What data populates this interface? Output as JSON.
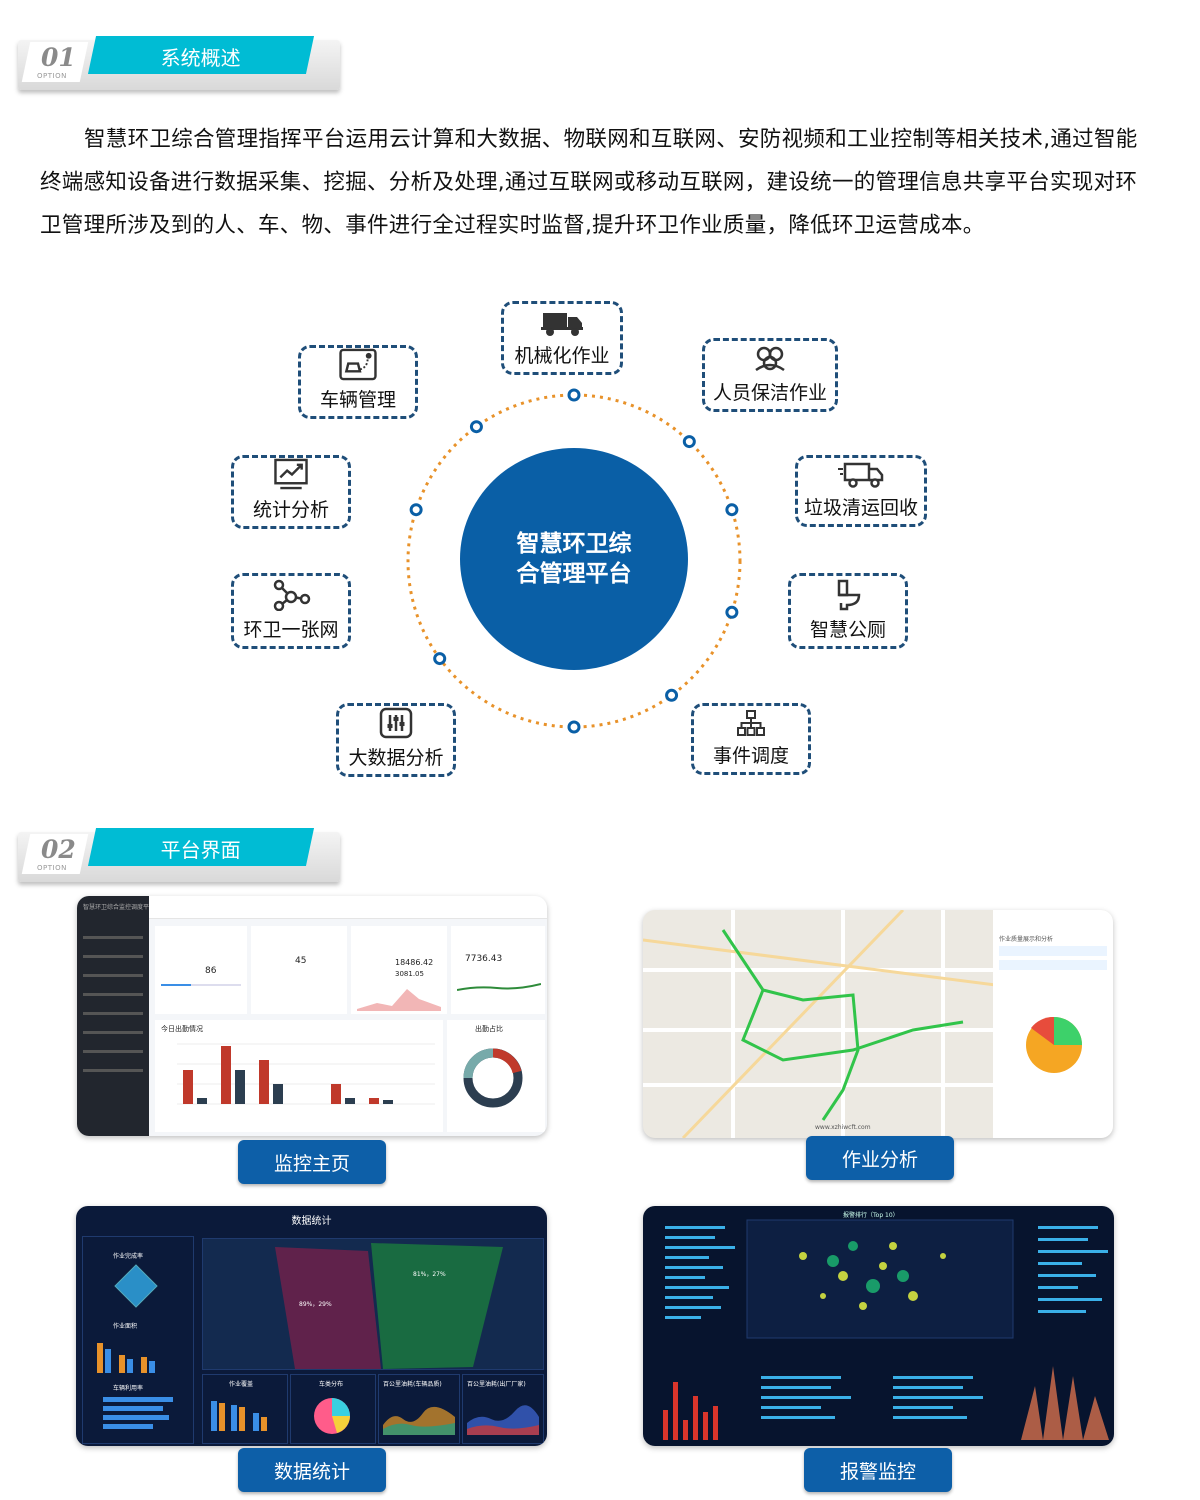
{
  "sections": [
    {
      "num": "01",
      "option": "OPTION",
      "title": "系统概述"
    },
    {
      "num": "02",
      "option": "OPTION",
      "title": "平台界面"
    }
  ],
  "intro": "智慧环卫综合管理指挥平台运用云计算和大数据、物联网和互联网、安防视频和工业控制等相关技术,通过智能终端感知设备进行数据采集、挖掘、分析及处理,通过互联网或移动互联网，建设统一的管理信息共享平台实现对环卫管理所涉及到的人、车、物、事件进行全过程实时监督,提升环卫作业质量，降低环卫运营成本。",
  "hub": {
    "line1": "智慧环卫综",
    "line2": "合管理平台"
  },
  "nodes": [
    {
      "label": "机械化作业",
      "icon": "dump-truck-icon"
    },
    {
      "label": "人员保洁作业",
      "icon": "people-icon"
    },
    {
      "label": "垃圾清运回收",
      "icon": "delivery-truck-icon"
    },
    {
      "label": "智慧公厕",
      "icon": "toilet-icon"
    },
    {
      "label": "事件调度",
      "icon": "org-chart-icon"
    },
    {
      "label": "大数据分析",
      "icon": "sliders-icon"
    },
    {
      "label": "环卫一张网",
      "icon": "network-icon"
    },
    {
      "label": "统计分析",
      "icon": "trend-chart-icon"
    },
    {
      "label": "车辆管理",
      "icon": "car-route-icon"
    }
  ],
  "screens": [
    {
      "caption": "监控主页",
      "title": "智慧环卫综合监控调度平台",
      "stats": [
        "86",
        "45",
        "18486.42",
        "3081.05",
        "7736.43"
      ],
      "chart_title": "今日出勤情况",
      "donut_title": "出勤占比"
    },
    {
      "caption": "作业分析",
      "panel_title": "作业质量展示和分析",
      "watermark": "www.xzhiwcft.com"
    },
    {
      "caption": "数据统计",
      "title": "数据统计",
      "sub": [
        "作业完成率",
        "作业面积",
        "车辆利用率",
        "作业覆盖",
        "车类分布",
        "百公里油耗(车辆品质)",
        "百公里油耗(出厂厂家)"
      ],
      "tag1": "89%，29%",
      "tag2": "81%，27%"
    },
    {
      "caption": "报警监控",
      "title": "报警排行（Top 10）"
    }
  ],
  "colors": {
    "accent": "#00bcd4",
    "hub": "#0a5fa6",
    "node_border": "#1f4e79",
    "ring": "#e8922a",
    "caption": "#0d5fa8"
  }
}
